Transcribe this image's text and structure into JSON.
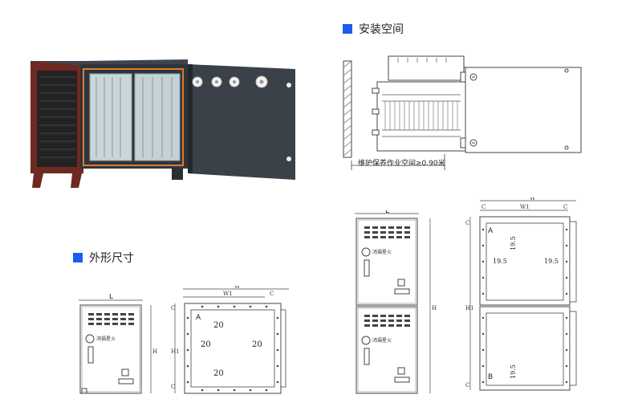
{
  "headings": {
    "install_space": "安装空间",
    "outer_dimensions": "外形尺寸"
  },
  "install_diagram": {
    "note": "维护保养作业空间≥0.90米"
  },
  "single_unit": {
    "front_width": "L",
    "height": "H",
    "total_width": "W",
    "inner_width": "W1",
    "top_edge": "C",
    "inner_height": "H1",
    "bottom_edge": "C",
    "corner": "A",
    "margins": [
      "20",
      "20",
      "20",
      "20"
    ],
    "logo_text": "鸿福星火"
  },
  "double_unit": {
    "front_width": "L",
    "height": "H",
    "total_width": "W",
    "inner_width": "W1",
    "top_edge": "C",
    "inner_height": "H1",
    "bottom_edge": "C",
    "corner_top": "A",
    "corner_bottom": "B",
    "margins_top": [
      "19.5",
      "19.5",
      "19.5"
    ],
    "margin_bottom": "19.5",
    "logo_text": "鸿福星火"
  },
  "colors": {
    "accent": "#1c5cf0",
    "cabinet": "#3b4148",
    "frame_red": "#7a2a22",
    "line": "#444444"
  }
}
